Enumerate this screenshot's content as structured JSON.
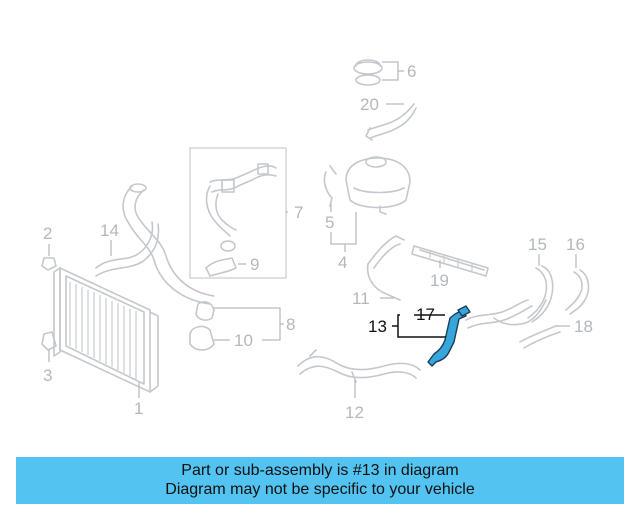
{
  "diagram": {
    "highlighted_part": "13",
    "highlight_color": "#36a6dc",
    "callouts": {
      "c1": "1",
      "c2": "2",
      "c3": "3",
      "c4": "4",
      "c5": "5",
      "c6": "6",
      "c7": "7",
      "c8": "8",
      "c9": "9",
      "c10": "10",
      "c11": "11",
      "c12": "12",
      "c13": "13",
      "c14": "14",
      "c15": "15",
      "c16": "16",
      "c17": "17",
      "c18": "18",
      "c19": "19",
      "c20": "20"
    }
  },
  "banner": {
    "line1": "Part or sub-assembly is #13 in diagram",
    "line2": "Diagram may not be specific to your vehicle",
    "color": "#53c3f1"
  }
}
